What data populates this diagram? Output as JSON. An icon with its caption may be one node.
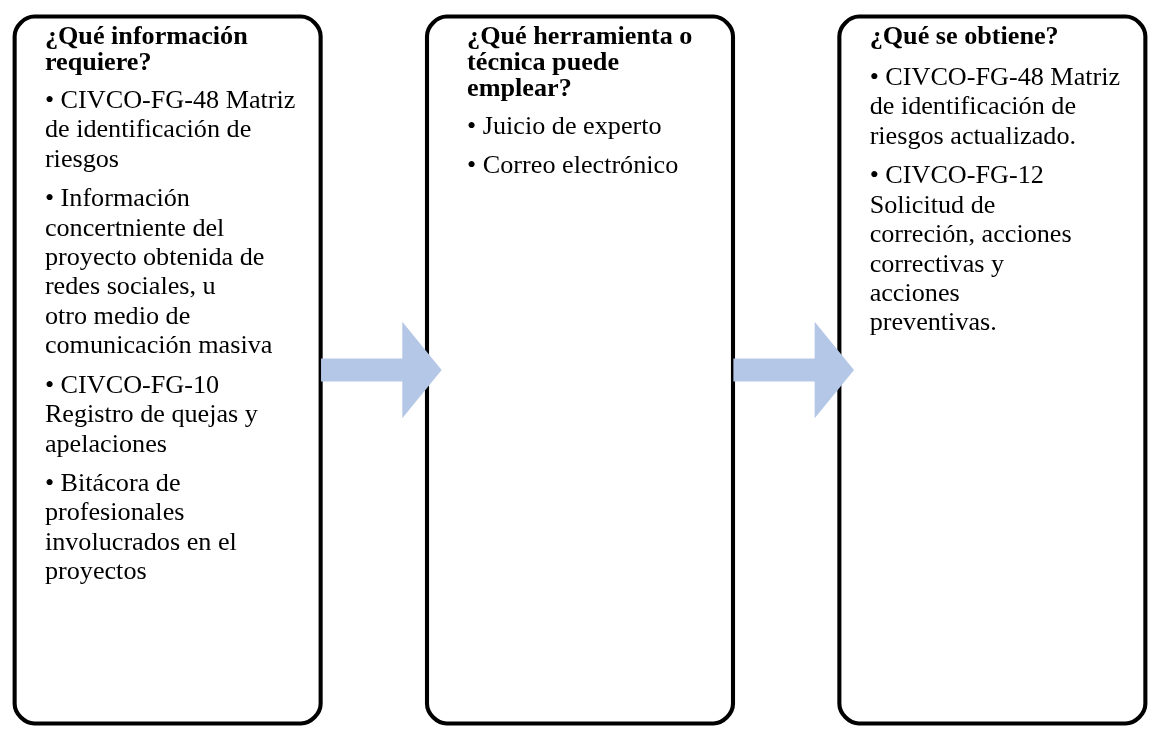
{
  "diagram": {
    "nodes": [
      {
        "text": [
          "¿Qué información requiere?",
          "• CIVCO-FG-48 Matriz de identificación de riesgos",
          "• Información concertniente del proyecto obtenida de redes sociales, u otro medio de comunicación masiva",
          "• CIVCO-FG-10 Registro de quejas y apelaciones",
          "• Bitácora de profesionales involucrados en el proyectos"
        ]
      },
      {
        "text": [
          "¿Qué herramienta o técnica puede emplear?",
          "• Juicio de experto",
          "• Correo electrónico"
        ]
      },
      {
        "text": [
          "¿Qué se obtiene?",
          "• CIVCO-FG-48 Matriz de identificación de riesgos actualizado.",
          "• CIVCO-FG-12 Solicitud de correción, acciones correctivas y acciones preventivas."
        ]
      }
    ],
    "edges": [
      {
        "from": 0,
        "to": 1,
        "arrow": "to"
      },
      {
        "from": 1,
        "to": 2,
        "arrow": "to"
      }
    ]
  }
}
